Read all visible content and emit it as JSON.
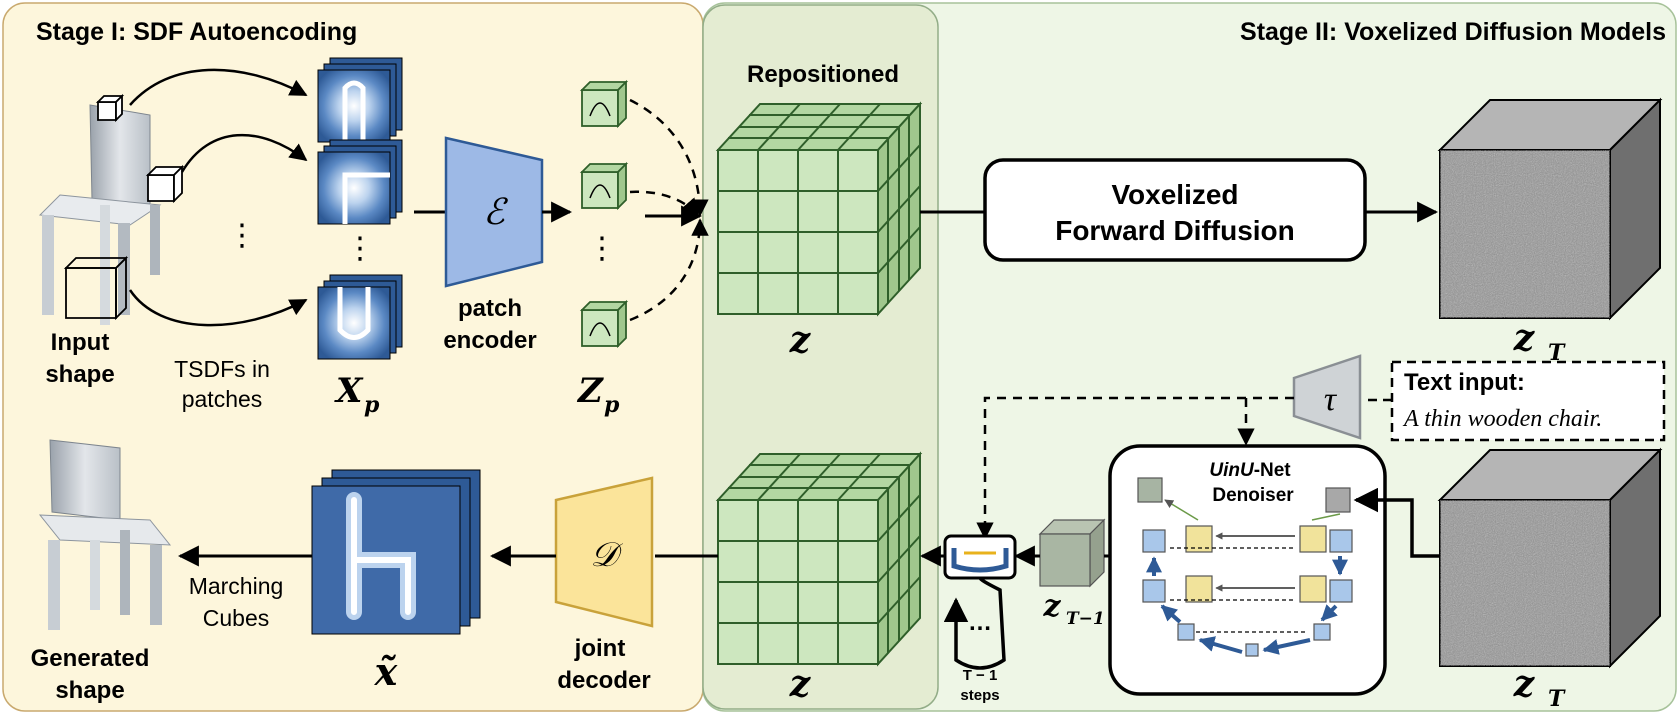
{
  "stage1": {
    "title": "Stage I: SDF Autoencoding",
    "input_shape": [
      "Input",
      "shape"
    ],
    "tsdf_caption": [
      "TSDFs in",
      "patches"
    ],
    "xp_symbol": "X",
    "xp_sub": "p",
    "encoder_symbol": "ℰ",
    "encoder_caption": [
      "patch",
      "encoder"
    ],
    "zp_symbol": "Z",
    "zp_sub": "p",
    "generated_shape": [
      "Generated",
      "shape"
    ],
    "marching": [
      "Marching",
      "Cubes"
    ],
    "xtilde_symbol": "x̃",
    "decoder_symbol": "𝒟",
    "decoder_caption": [
      "joint",
      "decoder"
    ],
    "ellipsis": "⋮"
  },
  "middle": {
    "repositioned": "Repositioned",
    "z_top": "z",
    "z_bottom": "z"
  },
  "stage2": {
    "title": "Stage II: Voxelized Diffusion Models",
    "forward_diffusion": [
      "Voxelized",
      "Forward Diffusion"
    ],
    "zT_top": "z",
    "zT_top_sub": "T",
    "zT_bottom": "z",
    "zT_bottom_sub": "T",
    "tau": "τ",
    "text_input_label": "Text input:",
    "text_input_value": "A thin wooden chair.",
    "unet_title_italic": "UinU",
    "unet_title_rest": "-Net",
    "unet_denoiser": "Denoiser",
    "zT1": "z",
    "zT1_sub": "T−1",
    "loop_dots": "…",
    "steps": [
      "T − 1",
      "steps"
    ]
  },
  "colors": {
    "stage1_bg": "#fdf6dc",
    "middle_bg": "#e4ecd2",
    "stage2_bg": "#eef6e6",
    "voxel_fill": "#cde7bf",
    "voxel_stroke": "#2f5f2a",
    "encoder_fill": "#9db9e6",
    "decoder_fill": "#fbe49a",
    "tsdf_blue": "#2e5a96",
    "noise_gray": "#8c8c8c",
    "text_box_stroke": "#000000"
  }
}
